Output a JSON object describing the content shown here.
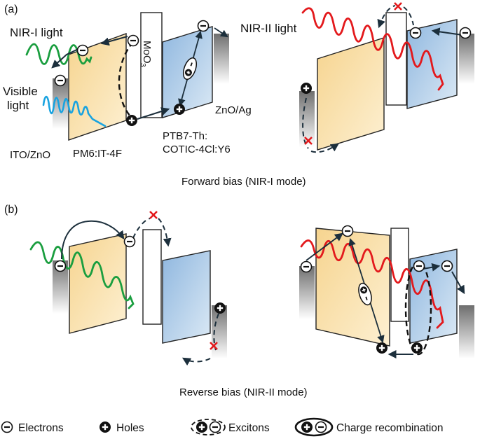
{
  "panel_a": {
    "tag": "(a)",
    "nir1_light": "NIR-I light",
    "visible_light": [
      "Visible",
      "light"
    ],
    "moo3_main": "MoO",
    "moo3_sub": "3",
    "zno_ag": "ZnO/Ag",
    "ito_zno": "ITO/ZnO",
    "pm6_layer": "PM6:IT-4F",
    "ptb7_layer": [
      "PTB7-Th:",
      "COTIC-4Cl:Y6"
    ],
    "nir2_light": "NIR-II light",
    "caption": "Forward bias (NIR-I mode)"
  },
  "panel_b": {
    "tag": "(b)",
    "caption": "Reverse bias (NIR-II mode)"
  },
  "legend": {
    "electrons": "Electrons",
    "holes": "Holes",
    "excitons": "Excitons",
    "recombination": "Charge recombination"
  },
  "colors": {
    "donor_layer": "#fbe2a8",
    "acceptor_layer": "#aac9e6",
    "nir1_wave": "#1a9e3f",
    "visible_wave": "#19a3e0",
    "nir2_wave": "#e3191c",
    "blocked_mark": "#e3191c",
    "arrow": "#1c2f3c"
  }
}
